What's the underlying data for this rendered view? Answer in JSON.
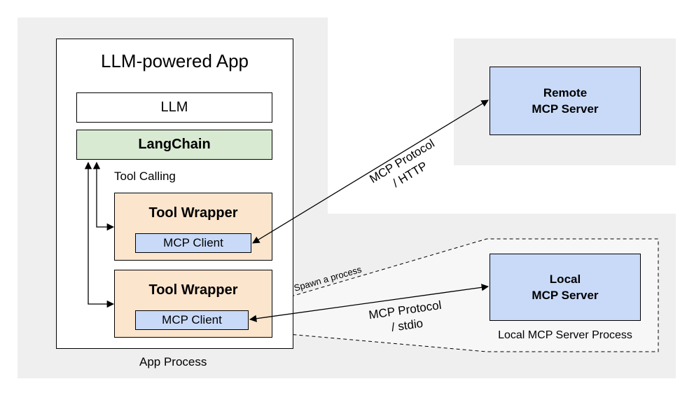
{
  "app": {
    "title": "LLM-powered App",
    "llm_label": "LLM",
    "langchain_label": "LangChain",
    "tool_calling_label": "Tool Calling",
    "process_label": "App Process",
    "tool_wrappers": [
      {
        "title": "Tool Wrapper",
        "client_label": "MCP Client"
      },
      {
        "title": "Tool Wrapper",
        "client_label": "MCP Client"
      }
    ]
  },
  "remote_server": {
    "line1": "Remote",
    "line2": "MCP Server"
  },
  "local_server": {
    "line1": "Local",
    "line2": "MCP Server",
    "process_label": "Local MCP Server Process"
  },
  "connections": {
    "http": {
      "line1": "MCP Protocol",
      "line2": "/ HTTP"
    },
    "stdio": {
      "line1": "MCP Protocol",
      "line2": "/ stdio"
    },
    "spawn": "Spawn a process"
  },
  "colors": {
    "region_bg": "#efefef",
    "langchain": "#d9ead3",
    "tool_wrapper": "#fce5cd",
    "mcp_blue": "#c9daf8"
  }
}
